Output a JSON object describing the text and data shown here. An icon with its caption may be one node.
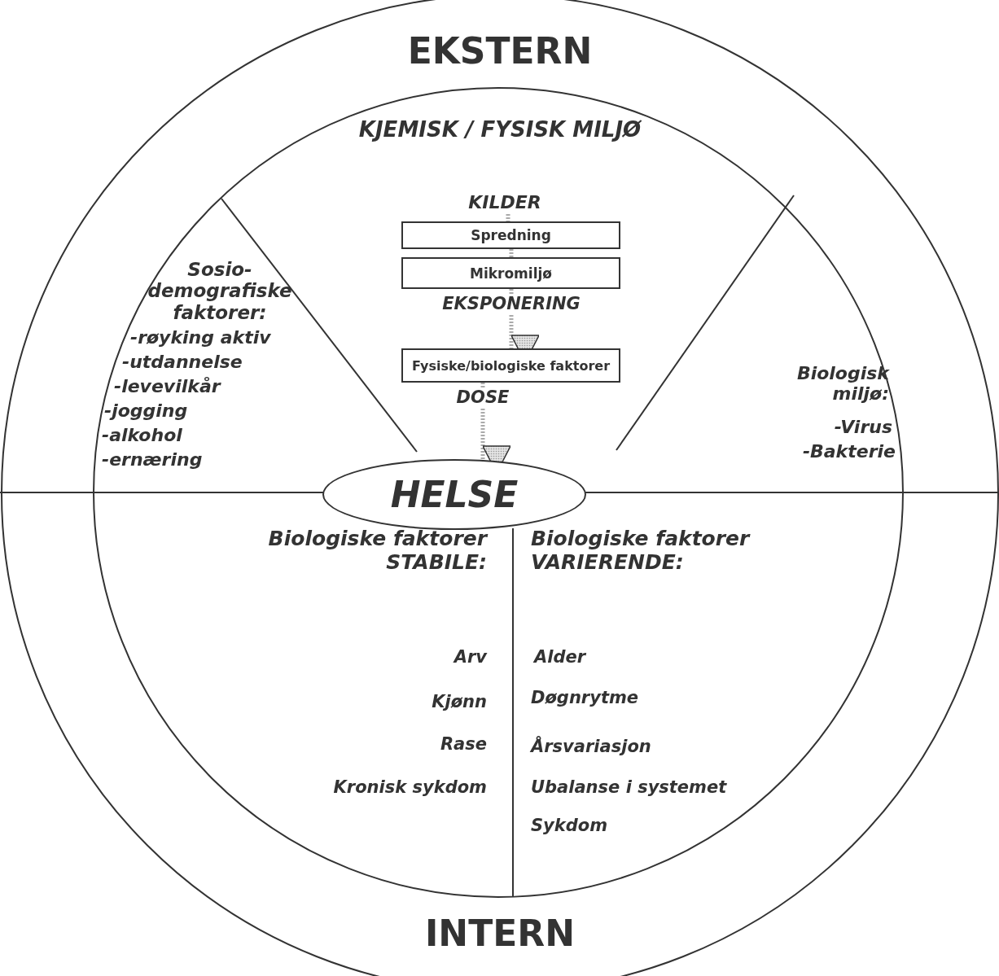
{
  "diagram": {
    "nodes": [
      {
        "text": [
          "KILDER"
        ]
      },
      {
        "text": [
          "Spredning"
        ]
      },
      {
        "text": [
          "Mikromiljø"
        ]
      },
      {
        "text": [
          "Fysiske/biologiske faktorer"
        ]
      },
      {
        "text": [
          "HELSE"
        ]
      }
    ],
    "edges": [
      {
        "from": 0,
        "to": 1,
        "arrow": "none",
        "style": "dashed"
      },
      {
        "from": 1,
        "to": 2,
        "arrow": "none",
        "style": "dashed"
      },
      {
        "from": 2,
        "to": 3,
        "arrow": "to",
        "label": "EKSPONERING",
        "style": "dashed"
      },
      {
        "from": 3,
        "to": 4,
        "arrow": "to",
        "label": "DOSE",
        "style": "dashed"
      }
    ],
    "labels": [
      "EKSTERN",
      "KJEMISK / FYSISK MILJØ",
      "Sosio- demografiske faktorer:",
      "-røyking aktiv",
      "-utdannelse",
      "-levevilkår",
      "-jogging",
      "-alkohol",
      "-ernæring",
      "Biologisk miljø:",
      "-Virus",
      "-Bakterie",
      "Biologiske faktorer STABILE:",
      "Arv",
      "Kjønn",
      "Rase",
      "Kronisk sykdom",
      "Biologiske faktorer VARIERENDE:",
      "Alder",
      "Døgnrytme",
      "Årsvariasjon",
      "Ubalanse i systemet",
      "Sykdom",
      "INTERN"
    ]
  }
}
